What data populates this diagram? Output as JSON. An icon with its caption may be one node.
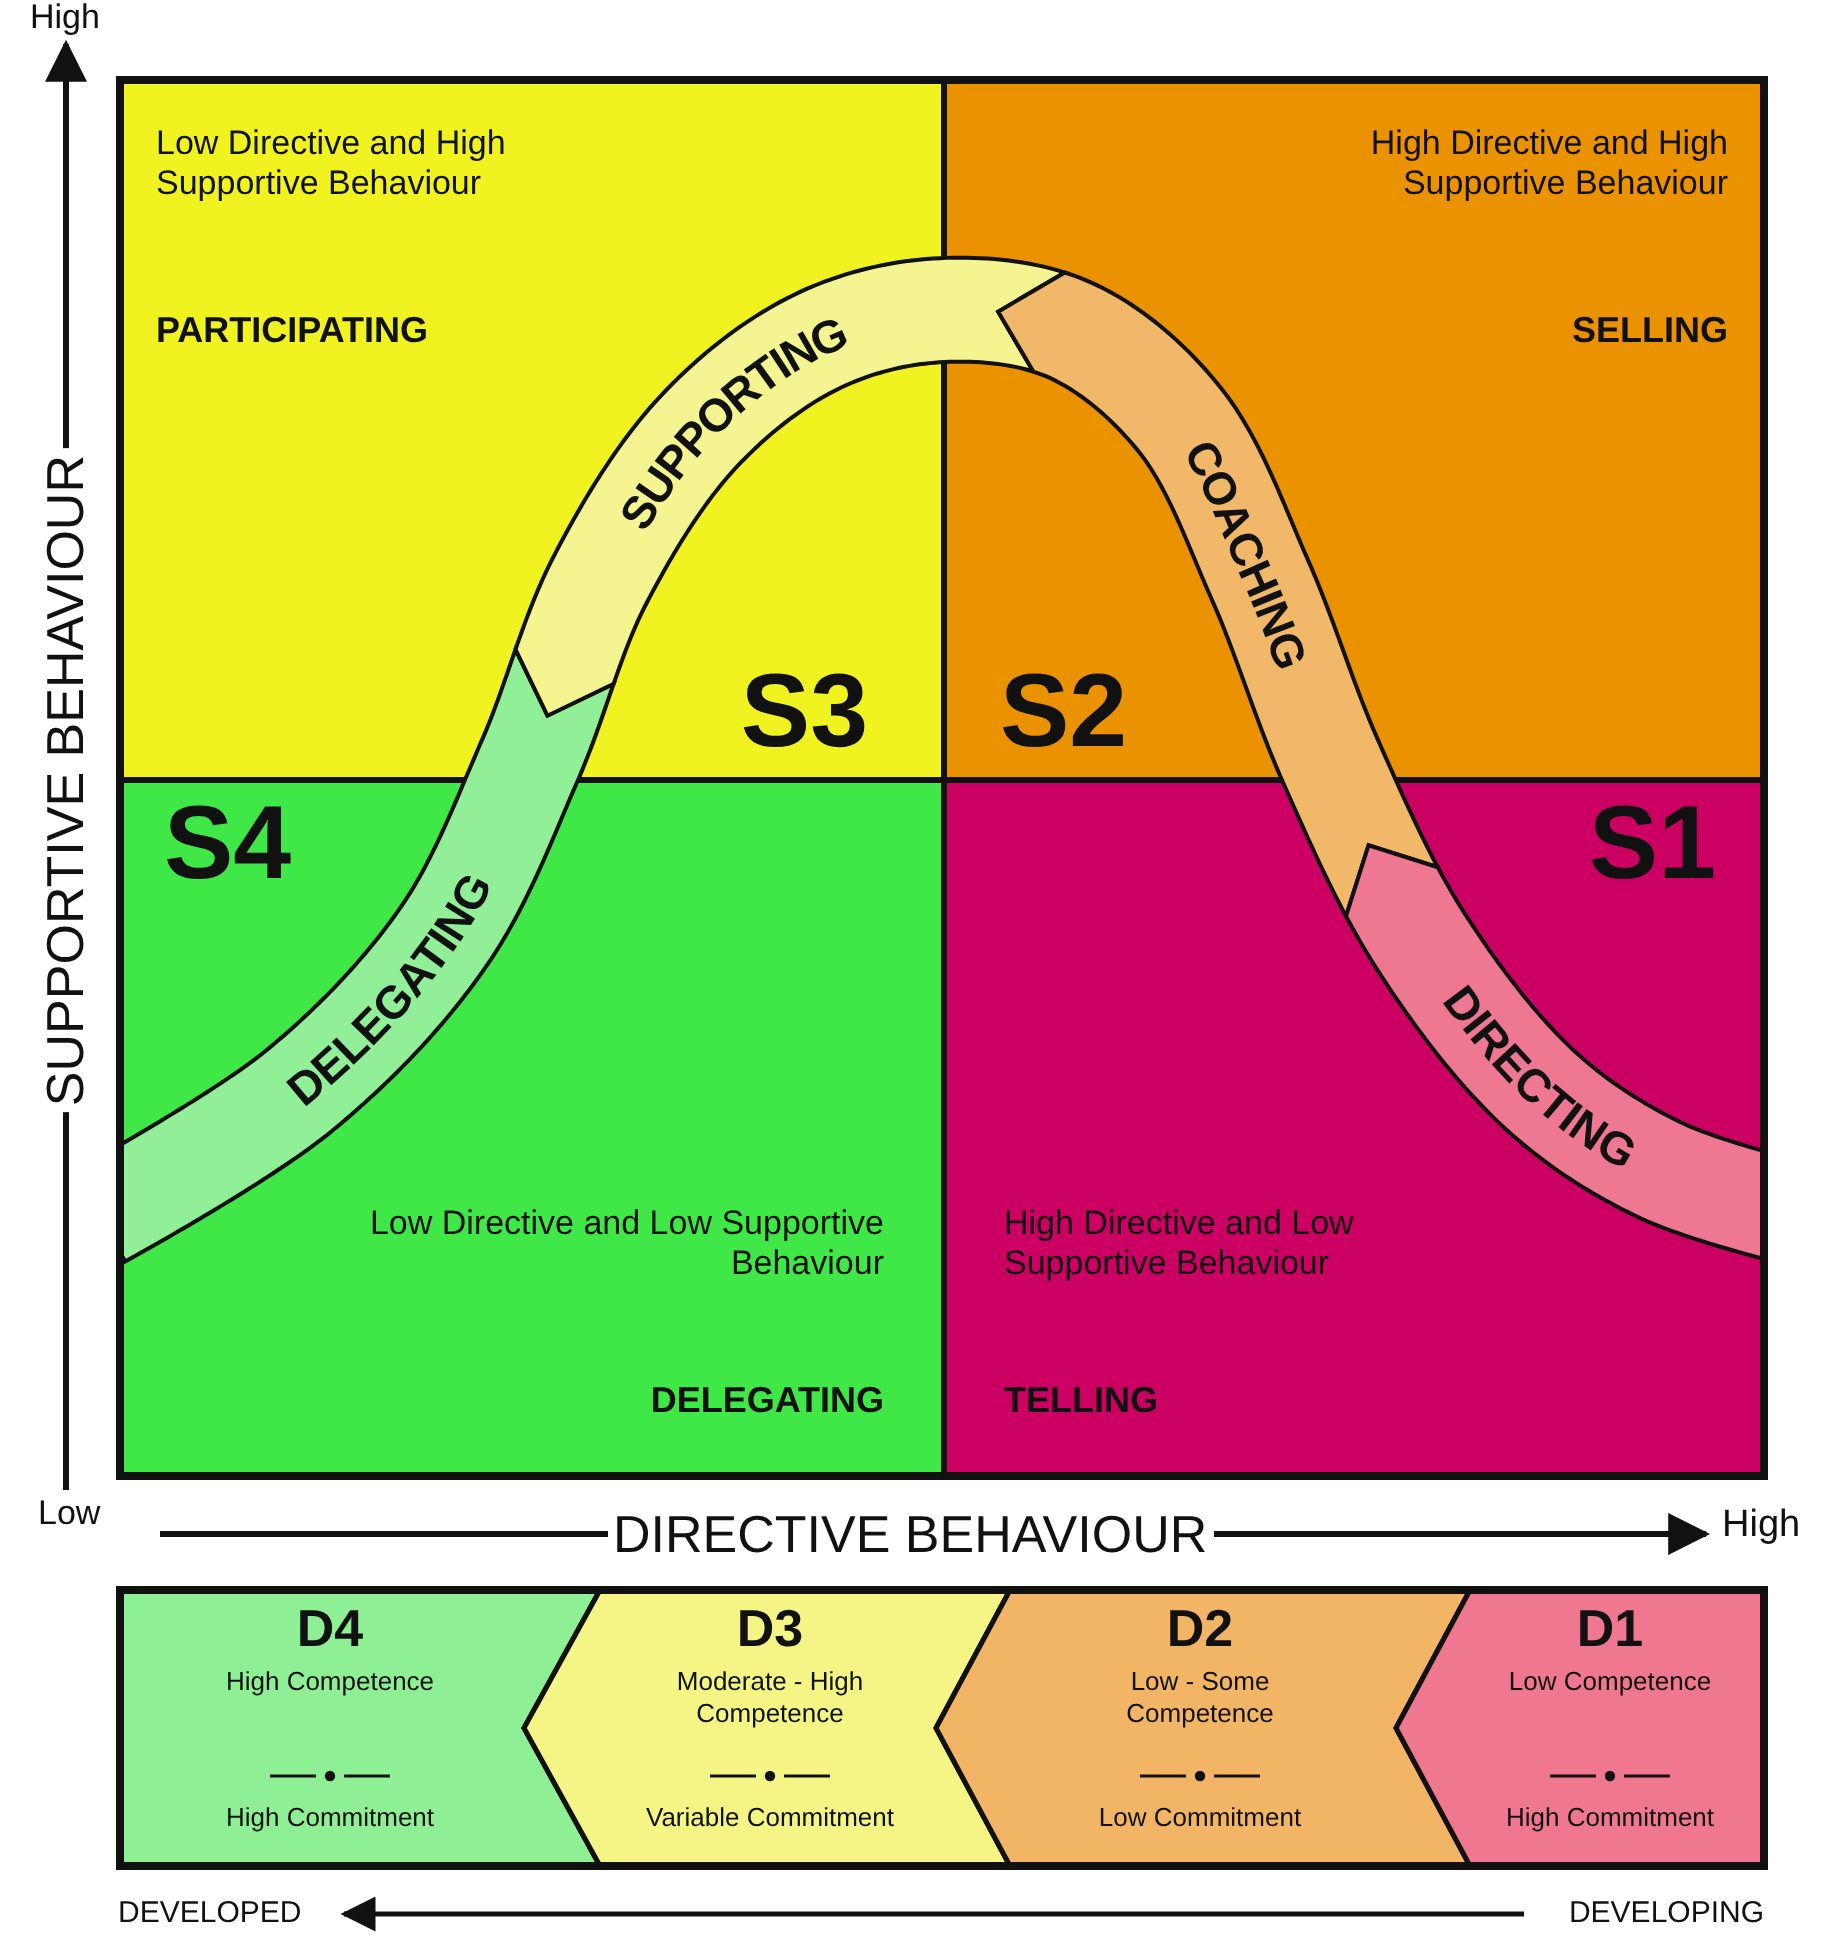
{
  "diagram": {
    "nodes": [
      {
        "text": [
          "Low Directive and High Supportive Behaviour",
          "PARTICIPATING",
          "S3"
        ]
      },
      {
        "text": [
          "High Directive and High Supportive Behaviour",
          "SELLING",
          "S2"
        ]
      },
      {
        "text": [
          "S4",
          "Low Directive and Low Supportive Behaviour",
          "DELEGATING"
        ]
      },
      {
        "text": [
          "S1",
          "High Directive and Low Supportive Behaviour",
          "TELLING"
        ]
      },
      {
        "text": [
          "DELEGATING"
        ]
      },
      {
        "text": [
          "SUPPORTING"
        ]
      },
      {
        "text": [
          "COACHING"
        ]
      },
      {
        "text": [
          "DIRECTING"
        ]
      },
      {
        "text": [
          "D4",
          "High Competence",
          "High Commitment"
        ]
      },
      {
        "text": [
          "D3",
          "Moderate - High Competence",
          "Variable Commitment"
        ]
      },
      {
        "text": [
          "D2",
          "Low - Some Competence",
          "Low Commitment"
        ]
      },
      {
        "text": [
          "D1",
          "Low Competence",
          "High Commitment"
        ]
      }
    ],
    "labels": [
      "High",
      "SUPPORTIVE BEHAVIOUR",
      "Low",
      "DIRECTIVE BEHAVIOUR",
      "High",
      "DEVELOPED",
      "DEVELOPING"
    ]
  }
}
